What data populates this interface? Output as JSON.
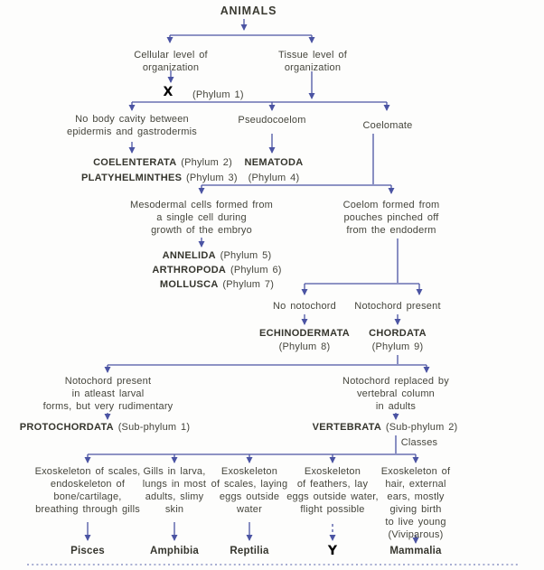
{
  "palette": {
    "line": "#4b54a3",
    "text": "#45453c",
    "bold_text": "#35352d",
    "annotation": "#000000",
    "dotted_rule": "#a8aed2"
  },
  "root": {
    "label": "ANIMALS"
  },
  "organization": {
    "cellular": "Cellular level of\norganization",
    "tissue": "Tissue level of\norganization"
  },
  "phylum1": {
    "annotation": "X",
    "rank": "(Phylum 1)"
  },
  "body_cavity": {
    "none": "No body cavity between\nepidermis and gastrodermis",
    "pseudocoelom": "Pseudocoelom",
    "coelomate": "Coelomate"
  },
  "taxa": {
    "coelenterata": {
      "name": "COELENTERATA",
      "rank": "(Phylum 2)"
    },
    "platyhelminthes": {
      "name": "PLATYHELMINTHES",
      "rank": "(Phylum 3)"
    },
    "nematoda": {
      "name": "NEMATODA",
      "rank": "(Phylum 4)"
    },
    "annelida": {
      "name": "ANNELIDA",
      "rank": "(Phylum 5)"
    },
    "arthropoda": {
      "name": "ARTHROPODA",
      "rank": "(Phylum 6)"
    },
    "mollusca": {
      "name": "MOLLUSCA",
      "rank": "(Phylum 7)"
    },
    "echinodermata": {
      "name": "ECHINODERMATA",
      "rank": "(Phylum 8)"
    },
    "chordata": {
      "name": "CHORDATA",
      "rank": "(Phylum 9)"
    },
    "protochordata": {
      "name": "PROTOCHORDATA",
      "rank": "(Sub-phylum 1)"
    },
    "vertebrata": {
      "name": "VERTEBRATA",
      "rank": "(Sub-phylum 2)"
    }
  },
  "descriptions": {
    "mesodermal": "Mesodermal cells formed from\na single cell during\ngrowth of the embryo",
    "coelom_pouches": "Coelom formed from\npouches pinched off\nfrom the endoderm",
    "no_notochord": "No notochord",
    "notochord_present": "Notochord present",
    "protochordata": "Notochord present\nin atleast larval\nforms, but very rudimentary",
    "vertebrata": "Notochord replaced by\nvertebral column\nin adults"
  },
  "classes": {
    "heading": "Classes",
    "items": [
      {
        "desc": "Exoskeleton of scales,\nendoskeleton of\nbone/cartilage,\nbreathing through gills",
        "name": "Pisces"
      },
      {
        "desc": "Gills in larva,\nlungs in most\nadults, slimy\nskin",
        "name": "Amphibia"
      },
      {
        "desc": "Exoskeleton\nof scales, laying\neggs outside\nwater",
        "name": "Reptilia"
      },
      {
        "desc": "Exoskeleton\nof feathers, lay\neggs outside water,\nflight possible",
        "name": "Y"
      },
      {
        "desc": "Exoskeleton of\nhair, external\nears, mostly\ngiving birth\nto live young\n(Viviparous)",
        "name": "Mammalia"
      }
    ]
  }
}
